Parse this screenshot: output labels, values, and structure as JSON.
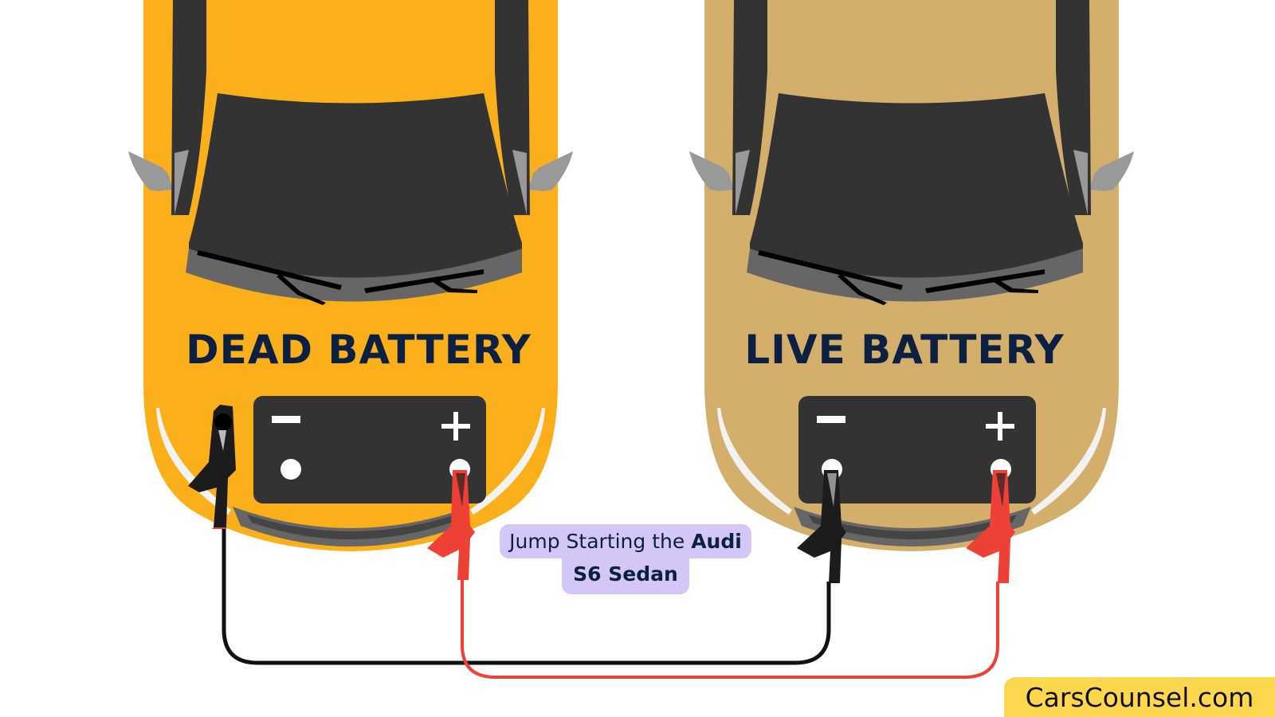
{
  "diagram": {
    "title": "Jump Starting the Audi S6 Sedan",
    "caption": {
      "prefix": "Jump Starting the ",
      "bold_1": "Audi",
      "bold_2": "S6 Sedan"
    },
    "brand": "CarsCounsel.com",
    "cars": [
      {
        "id": "dead",
        "label": "DEAD BATTERY",
        "body_color": "#fbaf1b",
        "battery": {
          "negative_symbol": "−",
          "positive_symbol": "+"
        }
      },
      {
        "id": "live",
        "label": "LIVE BATTERY",
        "body_color": "#d4af6b",
        "battery": {
          "negative_symbol": "−",
          "positive_symbol": "+"
        }
      }
    ],
    "cables": [
      {
        "name": "negative-cable",
        "color": "#111111",
        "from": "dead ground (chassis)",
        "to": "live negative terminal"
      },
      {
        "name": "positive-cable",
        "color": "#ef4036",
        "from": "dead positive terminal",
        "to": "live positive terminal"
      }
    ],
    "colors": {
      "label_text": "#0c2142",
      "caption_bg": "#d5c6f8",
      "brand_bg": "#fdd84e",
      "battery": "#333333",
      "glass": "#333333",
      "mirror": "#999999"
    }
  }
}
